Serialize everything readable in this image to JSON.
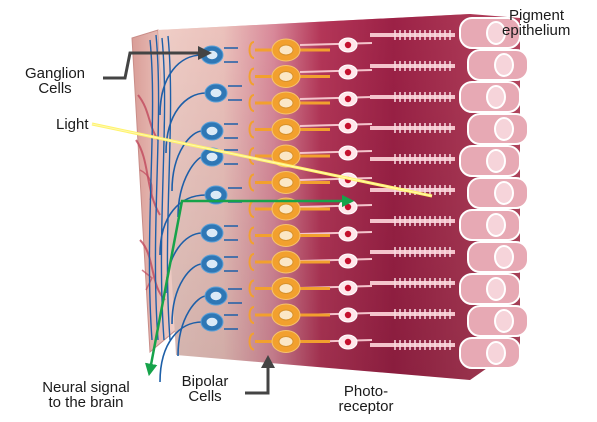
{
  "labels": {
    "pigment": [
      "Pigment",
      "epithelium"
    ],
    "ganglion": [
      "Ganglion",
      "Cells"
    ],
    "light": "Light",
    "neural": [
      "Neural signal",
      "to the brain"
    ],
    "bipolar": [
      "Bipolar",
      "Cells"
    ],
    "photoreceptor": [
      "Photo-",
      "receptor"
    ]
  },
  "colors": {
    "tissue_left": "#e9c0ba",
    "tissue_dark": "#a52a4a",
    "tissue_deep": "#8e1a3c",
    "epithelium_cell": "#e7a9b4",
    "epithelium_edge": "#ffffff",
    "ganglion": "#2f77b5",
    "bipolar": "#f2a02e",
    "photoreceptor": "#ffe6ea",
    "nucleus_red": "#c4102e",
    "axon": "#1d5fa8",
    "light_ray": "#fff36b",
    "signal_arrow": "#16a34a",
    "pointer": "#444444"
  },
  "icons": [
    "signal-arrow-icon",
    "pointer-arrow-icon"
  ]
}
